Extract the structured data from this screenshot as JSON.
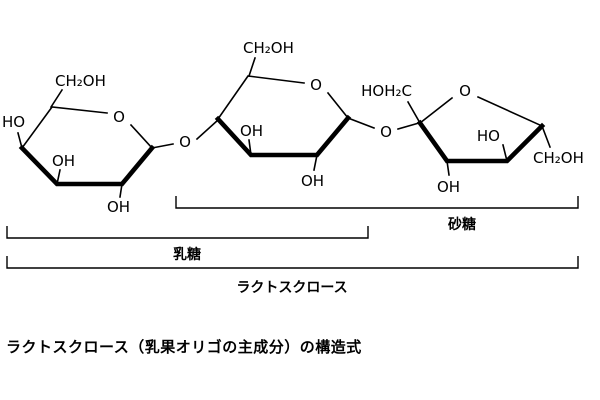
{
  "diagram": {
    "galactose": {
      "ch2oh": "CH₂OH",
      "ho": "HO",
      "ring_o": "O",
      "oh_up": "OH",
      "oh_down": "OH"
    },
    "glycosidic_o_left": "O",
    "glucose": {
      "ch2oh": "CH₂OH",
      "ring_o": "O",
      "oh_up": "OH",
      "oh_down": "OH"
    },
    "glycosidic_o_right": "O",
    "fructose": {
      "hoh2c": "HOH₂C",
      "ring_o": "O",
      "ho": "HO",
      "ch2oh": "CH₂OH",
      "oh": "OH"
    }
  },
  "brackets": {
    "sucrose": "砂糖",
    "lactose": "乳糖",
    "lactosucrose": "ラクトスクロース"
  },
  "caption": "ラクトスクロース（乳果オリゴの主成分）の構造式",
  "colors": {
    "line": "#000000",
    "background": "#ffffff"
  }
}
